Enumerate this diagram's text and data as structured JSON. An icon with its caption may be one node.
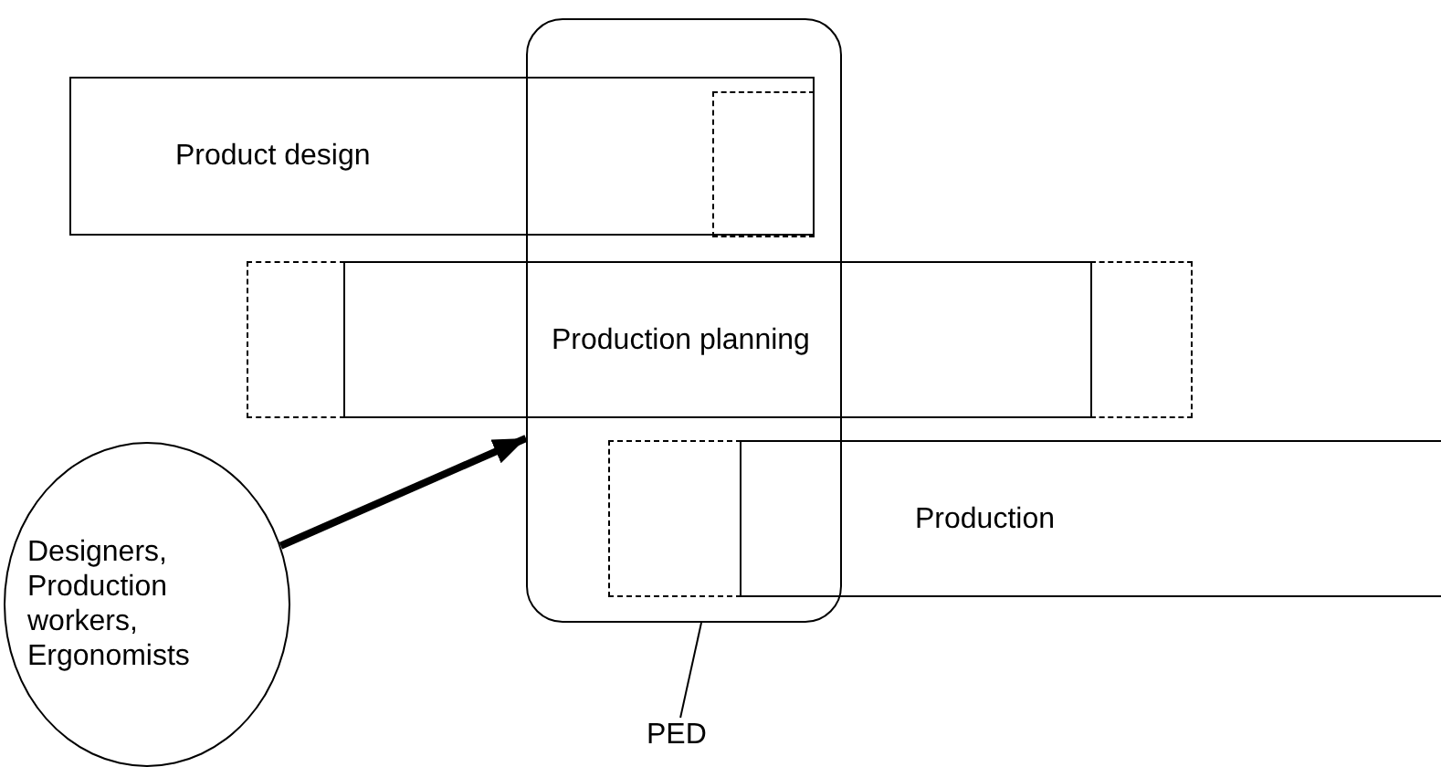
{
  "diagram": {
    "nodes": [
      {
        "text": [],
        "shape": "box"
      },
      {
        "text": [
          "Product design"
        ]
      },
      {
        "text": [],
        "shape": "box"
      },
      {
        "text": [],
        "shape": "box"
      },
      {
        "text": [
          "Production planning"
        ]
      },
      {
        "text": [],
        "shape": "box"
      },
      {
        "text": [],
        "shape": "box",
        "in": 0
      },
      {
        "text": [
          "Production"
        ]
      },
      {
        "text": [
          "Designers, Production workers, Ergonomists"
        ]
      },
      {
        "text": [
          "PED"
        ]
      }
    ],
    "edges": [
      {
        "from": 8,
        "to": 0,
        "arrow": "to",
        "style": "thick"
      },
      {
        "from": 9,
        "to": 0,
        "arrow": "none"
      }
    ]
  }
}
